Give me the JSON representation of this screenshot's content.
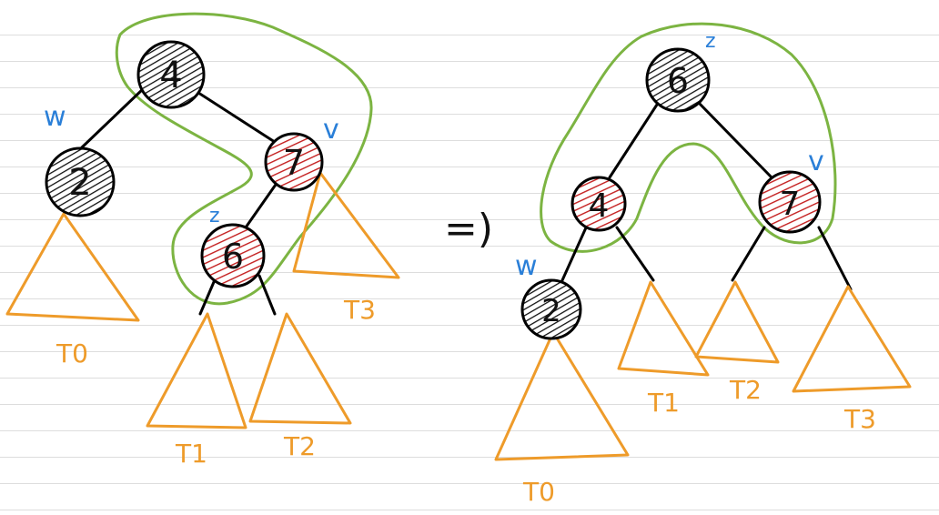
{
  "colors": {
    "edge": "#000000",
    "black_node_fill": "#3a3a3a",
    "red_node_fill": "#c42020",
    "subtree": "#ee9b2a",
    "highlight": "#7cb442",
    "annotation": "#2a7fd8",
    "ruled_line": "#dddddd"
  },
  "before": {
    "nodes": {
      "n4": {
        "value": "4",
        "color": "black"
      },
      "n2": {
        "value": "2",
        "color": "black"
      },
      "n7": {
        "value": "7",
        "color": "red"
      },
      "n6": {
        "value": "6",
        "color": "red"
      }
    },
    "annotations": {
      "w": "w",
      "v": "v",
      "z": "z"
    },
    "subtrees": {
      "t0": "T0",
      "t1": "T1",
      "t2": "T2",
      "t3": "T3"
    }
  },
  "arrow": "=)",
  "after": {
    "nodes": {
      "n6": {
        "value": "6",
        "color": "black"
      },
      "n4": {
        "value": "4",
        "color": "red"
      },
      "n7": {
        "value": "7",
        "color": "red"
      },
      "n2": {
        "value": "2",
        "color": "black"
      }
    },
    "annotations": {
      "w": "w",
      "v": "v",
      "z": "z"
    },
    "subtrees": {
      "t0": "T0",
      "t1": "T1",
      "t2": "T2",
      "t3": "T3"
    }
  }
}
